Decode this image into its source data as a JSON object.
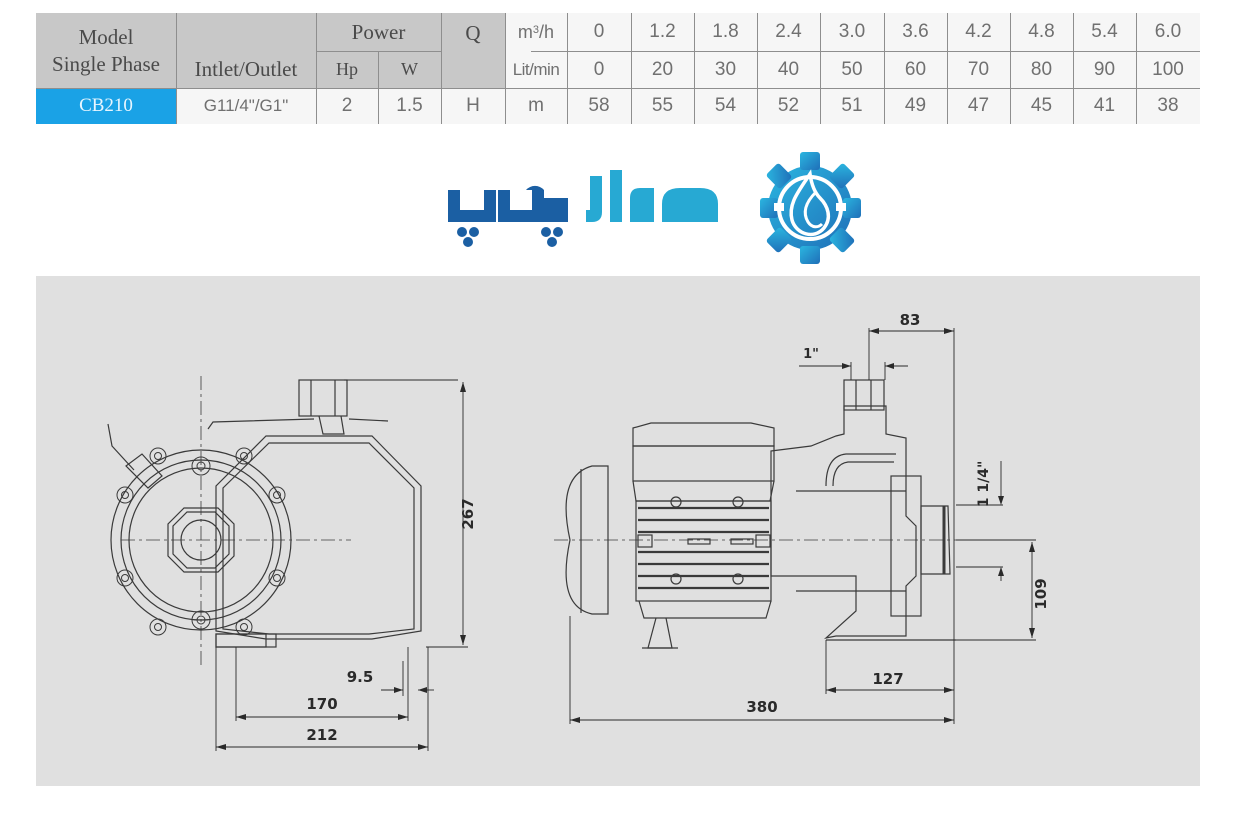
{
  "spec_table": {
    "header": {
      "model_line1": "Model",
      "model_line2": "Single Phase",
      "inlet_outlet": "Intlet/Outlet",
      "power": "Power",
      "hp": "Hp",
      "w": "W",
      "q": "Q",
      "unit_m3h": "m",
      "unit_m3h_sup": "3",
      "unit_m3h_suffix": "/h",
      "unit_litmin": "Lit/min",
      "flow_m3h": [
        "0",
        "1.2",
        "1.8",
        "2.4",
        "3.0",
        "3.6",
        "4.2",
        "4.8",
        "5.4",
        "6.0"
      ],
      "flow_litmin": [
        "0",
        "20",
        "30",
        "40",
        "50",
        "60",
        "70",
        "80",
        "90",
        "100"
      ]
    },
    "row": {
      "model": "CB210",
      "inlet_outlet": "G11/4\"/G1\"",
      "hp": "2",
      "w": "1.5",
      "h_label": "H",
      "h_unit": "m",
      "head_m": [
        "58",
        "55",
        "54",
        "52",
        "51",
        "49",
        "47",
        "45",
        "41",
        "38"
      ]
    },
    "colors": {
      "header_bg": "#c8c8c8",
      "model_bg": "#1aa2e6",
      "cell_bg": "#f6f6f6"
    }
  },
  "logo": {
    "text": "صدرا پمپ",
    "word1": "صدرا",
    "word2": "پمپ",
    "colors": {
      "word1": "#27a9d3",
      "word2": "#1b5fa3",
      "gear": "#2a8fd0"
    }
  },
  "drawing": {
    "front_view": {
      "height": "267",
      "base_width": "212",
      "bolt_spacing": "170",
      "hole": "9.5"
    },
    "side_view": {
      "total_length": "380",
      "foot_to_end": "127",
      "axis_height": "109",
      "outlet_offset": "83",
      "outlet_size": "1\"",
      "inlet_size": "1 1/4\""
    }
  }
}
